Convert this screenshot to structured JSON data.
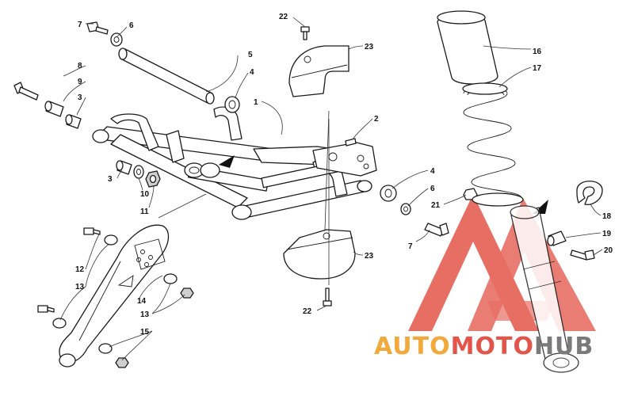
{
  "callouts": [
    {
      "n": "1"
    },
    {
      "n": "2"
    },
    {
      "n": "3"
    },
    {
      "n": "3"
    },
    {
      "n": "4"
    },
    {
      "n": "4"
    },
    {
      "n": "5"
    },
    {
      "n": "6"
    },
    {
      "n": "6"
    },
    {
      "n": "7"
    },
    {
      "n": "7"
    },
    {
      "n": "8"
    },
    {
      "n": "9"
    },
    {
      "n": "10"
    },
    {
      "n": "11"
    },
    {
      "n": "12"
    },
    {
      "n": "13"
    },
    {
      "n": "13"
    },
    {
      "n": "14"
    },
    {
      "n": "15"
    },
    {
      "n": "16"
    },
    {
      "n": "17"
    },
    {
      "n": "18"
    },
    {
      "n": "19"
    },
    {
      "n": "20"
    },
    {
      "n": "21"
    },
    {
      "n": "22"
    },
    {
      "n": "22"
    },
    {
      "n": "23"
    },
    {
      "n": "23"
    }
  ],
  "watermark": {
    "word_1": "AUTO",
    "word_2": "MOTO",
    "word_3": "HUB",
    "color_1": "#f2a93b",
    "color_2": "#e25548",
    "color_3": "#7a7a7a",
    "logo_color": "#e25548"
  }
}
